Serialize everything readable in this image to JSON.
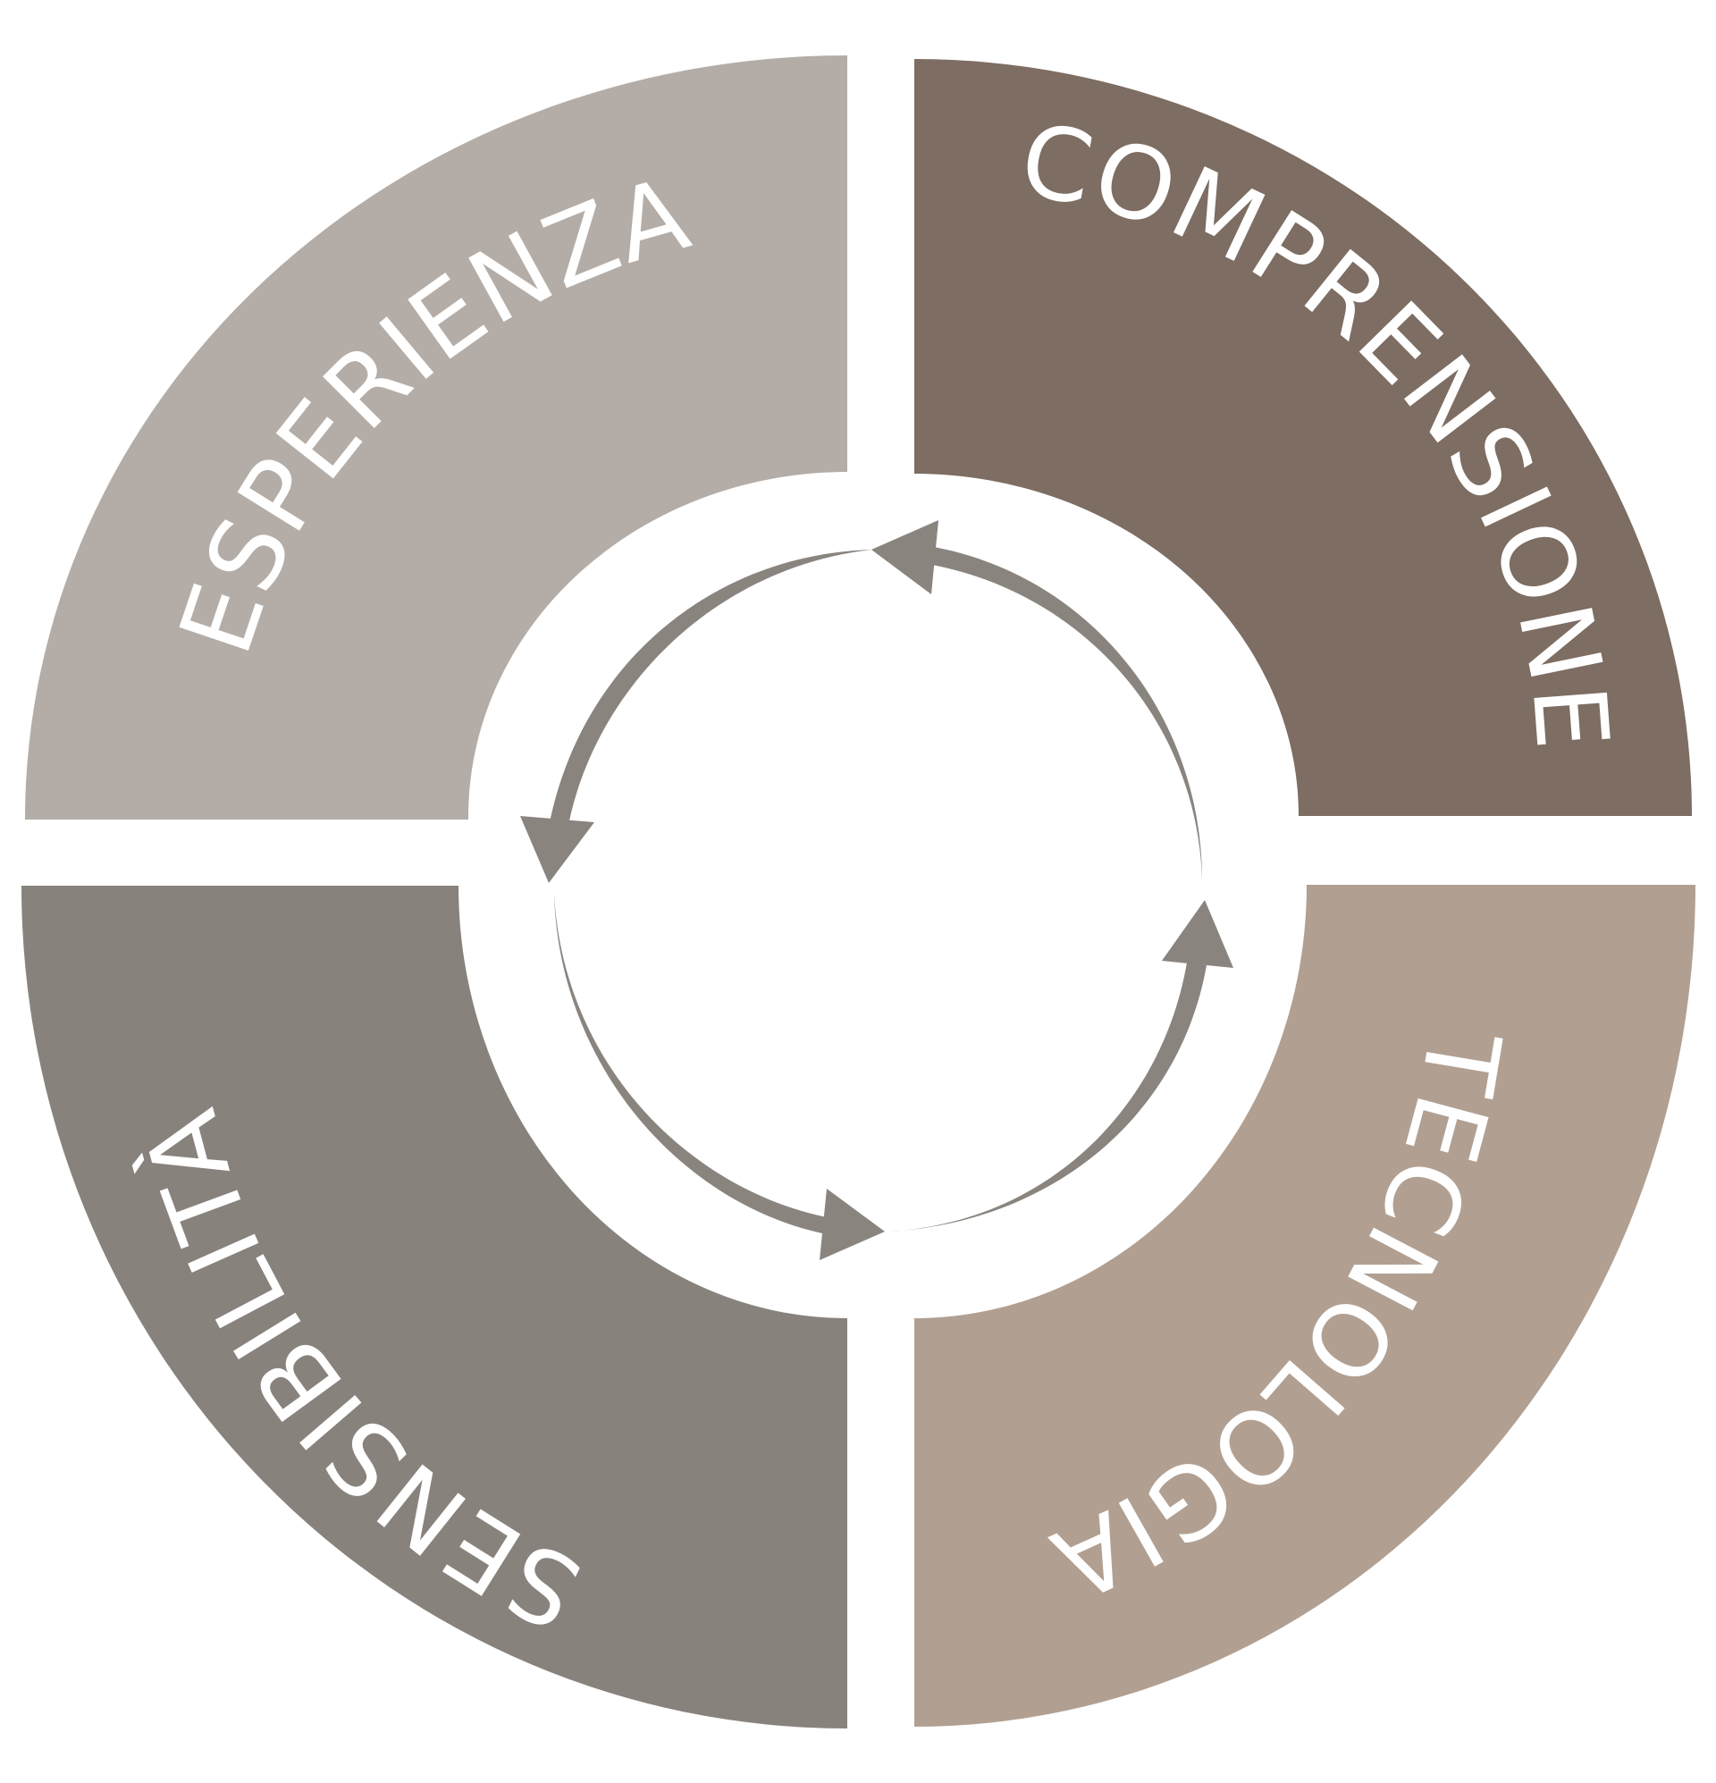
{
  "diagram": {
    "type": "cycle",
    "segments": [
      {
        "id": "top-left",
        "label": "ESPERIENZA",
        "color": "#b4ada7"
      },
      {
        "id": "top-right",
        "label": "COMPRENSIONE",
        "color": "#7d6d62"
      },
      {
        "id": "bottom-right",
        "label": "TECNOLOGIA",
        "color": "#b1a092"
      },
      {
        "id": "bottom-left",
        "label": "SENSIBILITÀ",
        "color": "#88827d"
      }
    ],
    "cycle_arrows": {
      "color": "#8a847f",
      "direction": "counter-clockwise",
      "count": 4
    },
    "background": "#ffffff"
  }
}
